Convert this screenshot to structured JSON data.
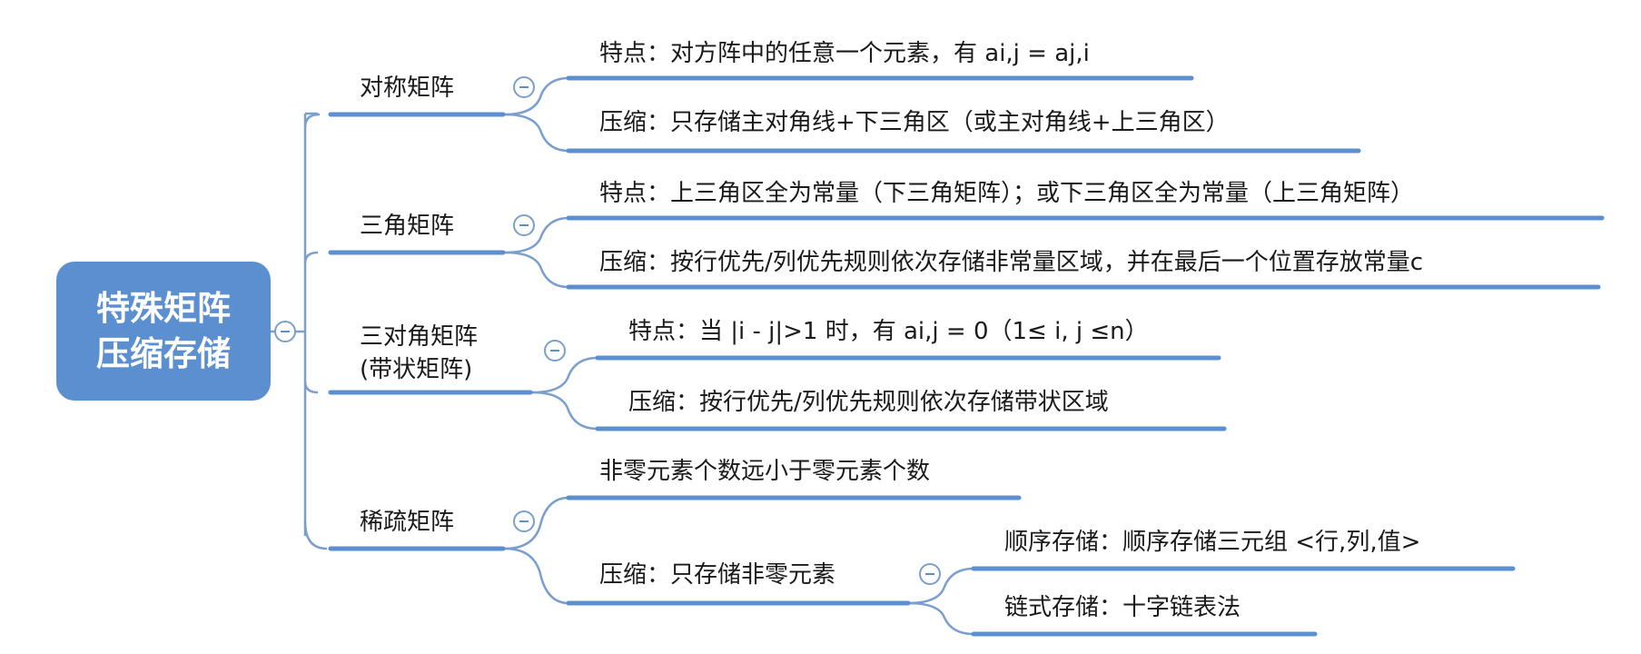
{
  "root": {
    "line1": "特殊矩阵",
    "line2": "压缩存储"
  },
  "branches": {
    "symmetric": {
      "label": "对称矩阵",
      "feature": "特点：对方阵中的任意一个元素，有 ai,j = aj,i",
      "compress": "压缩：只存储主对角线+下三角区（或主对角线+上三角区）"
    },
    "triangular": {
      "label": "三角矩阵",
      "feature": "特点：上三角区全为常量（下三角矩阵）；或下三角区全为常量（上三角矩阵）",
      "compress": "压缩：按行优先/列优先规则依次存储非常量区域，并在最后一个位置存放常量c"
    },
    "tridiagonal": {
      "label_line1": "三对角矩阵",
      "label_line2": "(带状矩阵)",
      "feature": "特点：当 |i - j|>1 时，有 ai,j = 0（1≤ i, j ≤n）",
      "compress": "压缩：按行优先/列优先规则依次存储带状区域"
    },
    "sparse": {
      "label": "稀疏矩阵",
      "feature": "非零元素个数远小于零元素个数",
      "compress": "压缩：只存储非零元素",
      "sub": {
        "sequential": "顺序存储：顺序存储三元组 <行,列,值>",
        "linked": "链式存储：十字链表法"
      }
    }
  },
  "colors": {
    "root_fill": "#5b8fd0",
    "branch_line": "#5b8fd0",
    "connector": "#7a9fce",
    "text": "#1a1a1a"
  }
}
